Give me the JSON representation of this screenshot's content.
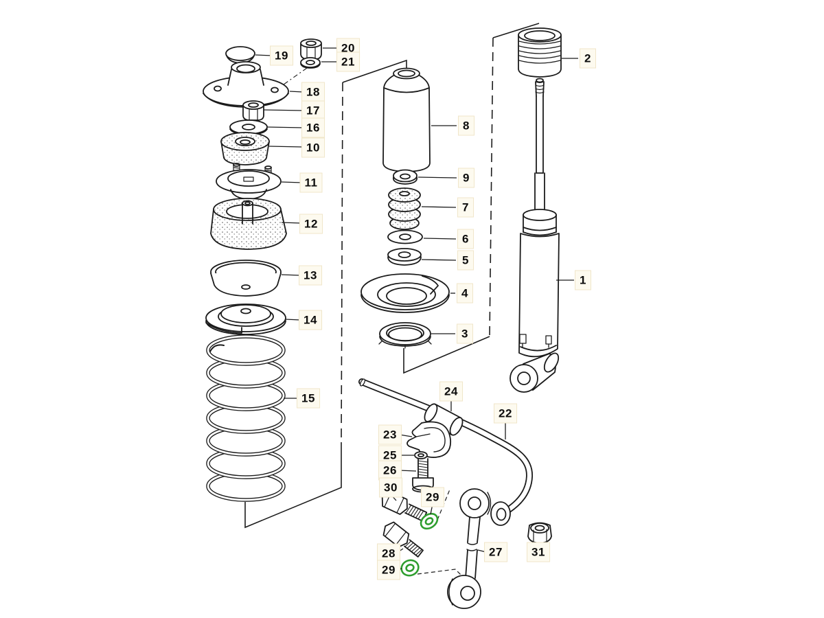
{
  "diagram": {
    "type": "exploded-parts-diagram",
    "subject": "rear suspension: shock absorber, coil spring and stabilizer bar",
    "colors": {
      "background": "#ffffff",
      "line": "#1b1b1b",
      "highlight": "#2f9e2f",
      "label_bg": "#fdfaef",
      "label_border": "#f0e6c9"
    },
    "highlighted_callouts": [
      "c29a",
      "c29b"
    ],
    "callouts": {
      "c1": {
        "num": "1"
      },
      "c2": {
        "num": "2"
      },
      "c3": {
        "num": "3"
      },
      "c4": {
        "num": "4"
      },
      "c5": {
        "num": "5"
      },
      "c6": {
        "num": "6"
      },
      "c7": {
        "num": "7"
      },
      "c8": {
        "num": "8"
      },
      "c9": {
        "num": "9"
      },
      "c10": {
        "num": "10"
      },
      "c11": {
        "num": "11"
      },
      "c12": {
        "num": "12"
      },
      "c13": {
        "num": "13"
      },
      "c14": {
        "num": "14"
      },
      "c15": {
        "num": "15"
      },
      "c16": {
        "num": "16"
      },
      "c17": {
        "num": "17"
      },
      "c18": {
        "num": "18"
      },
      "c19": {
        "num": "19"
      },
      "c20": {
        "num": "20"
      },
      "c21": {
        "num": "21"
      },
      "c22": {
        "num": "22"
      },
      "c23": {
        "num": "23"
      },
      "c24": {
        "num": "24"
      },
      "c25": {
        "num": "25"
      },
      "c26": {
        "num": "26"
      },
      "c27": {
        "num": "27"
      },
      "c28": {
        "num": "28"
      },
      "c29a": {
        "num": "29"
      },
      "c29b": {
        "num": "29"
      },
      "c30": {
        "num": "30"
      },
      "c31": {
        "num": "31"
      }
    }
  }
}
